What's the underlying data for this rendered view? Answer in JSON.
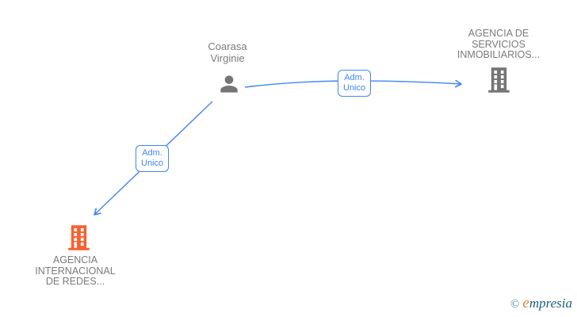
{
  "colors": {
    "canvas-bg": "#ffffff",
    "accent-blue": "#4285f4",
    "node-gray": "#757575",
    "label-gray": "#7a7a7a",
    "highlight-orange": "#f8602f",
    "logo-teal": "#4a8ca3",
    "logo-dark": "#1d5e77",
    "logo-orange": "#ef7d2e"
  },
  "nodes": {
    "person": {
      "icon": "person-icon",
      "name_lines": [
        "Coarasa",
        "Virginie"
      ]
    },
    "agency_servicios": {
      "icon": "building-icon",
      "name_lines": [
        "AGENCIA DE",
        "SERVICIOS",
        "INMOBILIARIOS..."
      ]
    },
    "agency_redes": {
      "icon": "building-icon",
      "name_lines": [
        "AGENCIA",
        "INTERNACIONAL",
        "DE REDES..."
      ]
    }
  },
  "edges": {
    "to_servicios": {
      "label_lines": [
        "Adm.",
        "Unico"
      ]
    },
    "to_redes": {
      "label_lines": [
        "Adm.",
        "Unico"
      ]
    }
  },
  "footer": {
    "copyright": "©",
    "brand_initial": "e",
    "brand_rest": "mpresia"
  }
}
